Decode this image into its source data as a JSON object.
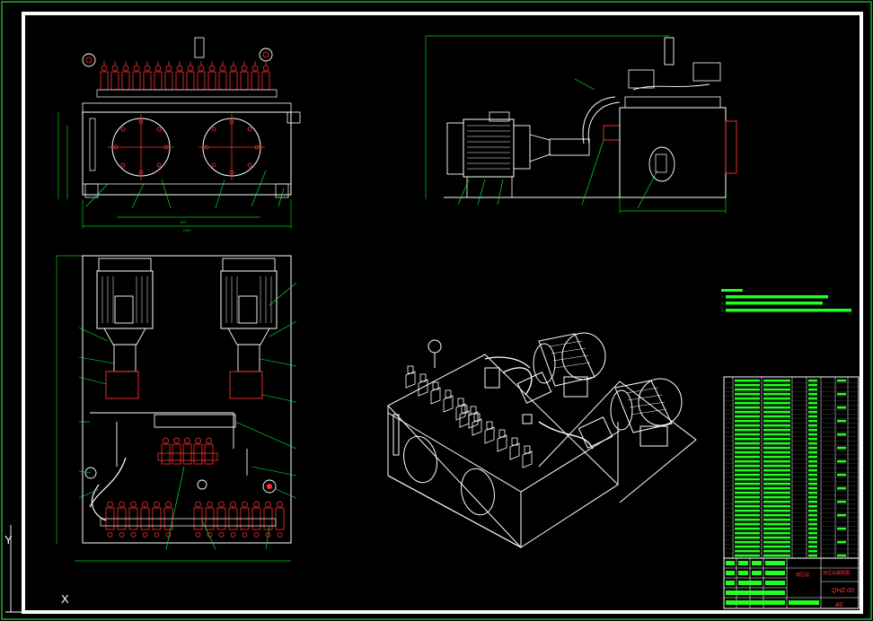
{
  "drawing": {
    "background": "#000000",
    "frame_color": "#ffffff",
    "outer_frame_color": "#2bd42b",
    "dimension_color": "#00e000",
    "detail_color": "#ff2a2a",
    "part_color": "#ffffff",
    "leader_color": "#00ff44"
  },
  "views": [
    {
      "id": "front-view",
      "description": "front elevation of hydraulic tank with two round covers and valve row on top"
    },
    {
      "id": "side-view",
      "description": "side elevation with motor-pump group and tank"
    },
    {
      "id": "top-view",
      "description": "plan view with two vertical motors, manifolds and piping"
    },
    {
      "id": "iso-view",
      "description": "isometric view of complete hydraulic station"
    }
  ],
  "title_block": {
    "drawing_code": "QHZ-00",
    "sheet_size": "A0",
    "name_label": "液压站",
    "designer_label": "液压站装配图"
  },
  "ucs": {
    "y_label": "Y",
    "x_label": "X"
  }
}
